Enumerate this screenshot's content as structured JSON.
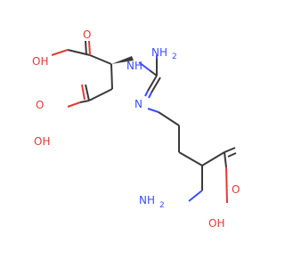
{
  "molecule": {
    "atom_labels": {
      "oh_top": "OH",
      "o_top": "O",
      "nh_mid": "NH",
      "nh2_top": "NH",
      "nh2_top_sub": "2",
      "o_mid": "O",
      "n_imine": "N",
      "oh_mid": "OH",
      "nh2_bottom": "NH",
      "nh2_bottom_sub": "2",
      "o_bottom": "O",
      "oh_bottom": "OH"
    },
    "colors": {
      "carbon_bond": "#3a3a3a",
      "oxygen": "#e53935",
      "nitrogen": "#3b4cff",
      "background": "#ffffff"
    }
  }
}
